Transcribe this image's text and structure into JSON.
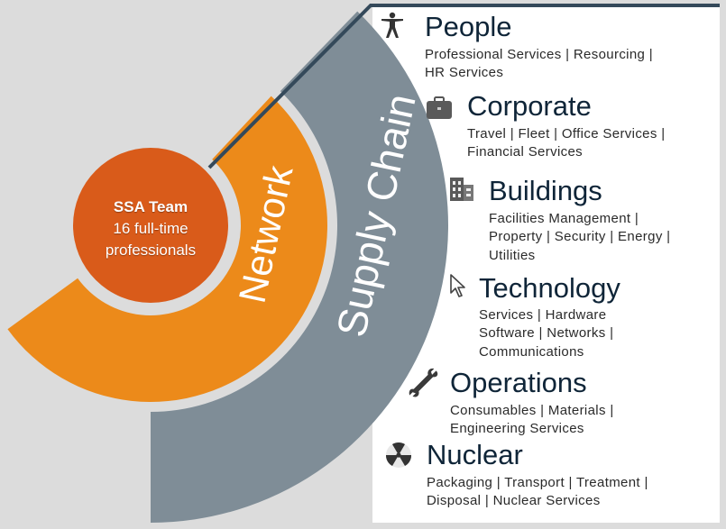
{
  "center": {
    "title": "SSA Team",
    "line2": "16 full-time",
    "line3": "professionals"
  },
  "rings": {
    "inner": "Network",
    "outer": "Supply Chain"
  },
  "colors": {
    "background": "#dcdcdc",
    "core": "#d95b1a",
    "network": "#ec8a1a",
    "supply_chain": "#7f8d97",
    "divider": "#34495a",
    "heading": "#0f2538"
  },
  "sections": [
    {
      "title": "People",
      "icon": "person-icon",
      "lines": [
        "Professional Services | Resourcing |",
        "HR Services"
      ]
    },
    {
      "title": "Corporate",
      "icon": "briefcase-icon",
      "lines": [
        "Travel | Fleet | Office Services |",
        "Financial Services"
      ]
    },
    {
      "title": "Buildings",
      "icon": "building-icon",
      "lines": [
        "Facilities Management |",
        "Property | Security | Energy |",
        "Utilities"
      ]
    },
    {
      "title": "Technology",
      "icon": "cursor-icon",
      "lines": [
        "Services | Hardware",
        "Software | Networks |",
        "Communications"
      ]
    },
    {
      "title": "Operations",
      "icon": "wrench-icon",
      "lines": [
        "Consumables | Materials |",
        "Engineering Services"
      ]
    },
    {
      "title": "Nuclear",
      "icon": "radiation-icon",
      "lines": [
        "Packaging | Transport | Treatment |",
        "Disposal | Nuclear Services"
      ]
    }
  ]
}
